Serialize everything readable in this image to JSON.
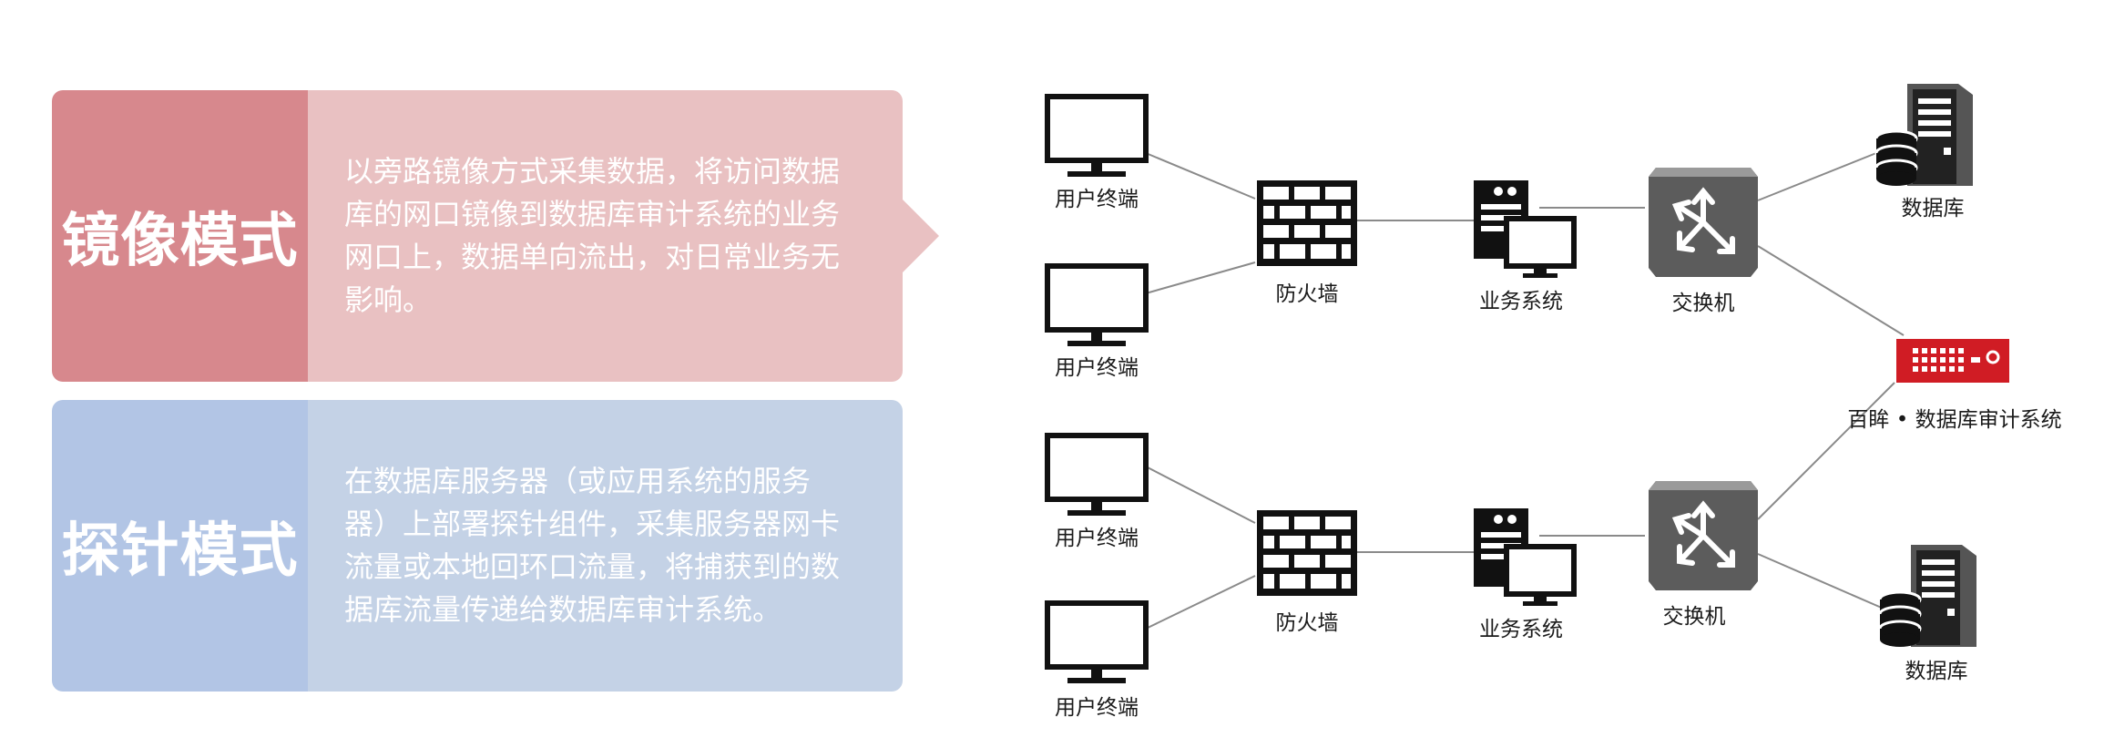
{
  "mirror_mode": {
    "title": "镜像模式",
    "description": "以旁路镜像方式采集数据，将访问数据库的网口镜像到数据库审计系统的业务网口上，数据单向流出，对日常业务无影响。"
  },
  "probe_mode": {
    "title": "探针模式",
    "description": "在数据库服务器（或应用系统的服务器）上部署探针组件，采集服务器网卡流量或本地回环口流量，将捕获到的数据库流量传递给数据库审计系统。"
  },
  "diagram": {
    "terminal_label": "用户终端",
    "firewall_label": "防火墙",
    "business_system_label": "业务系统",
    "switch_label": "交换机",
    "database_label": "数据库",
    "audit_system_label": "百眸 • 数据库审计系统"
  },
  "colors": {
    "mirror_title_bg": "#d7888d",
    "mirror_desc_bg": "#e9c1c2",
    "probe_title_bg": "#b2c5e5",
    "probe_desc_bg": "#c4d2e6",
    "audit_device": "#d01c24"
  },
  "icons": [
    "monitor-icon",
    "firewall-icon",
    "server-icon",
    "switch-icon",
    "database-server-icon",
    "audit-appliance-icon"
  ]
}
